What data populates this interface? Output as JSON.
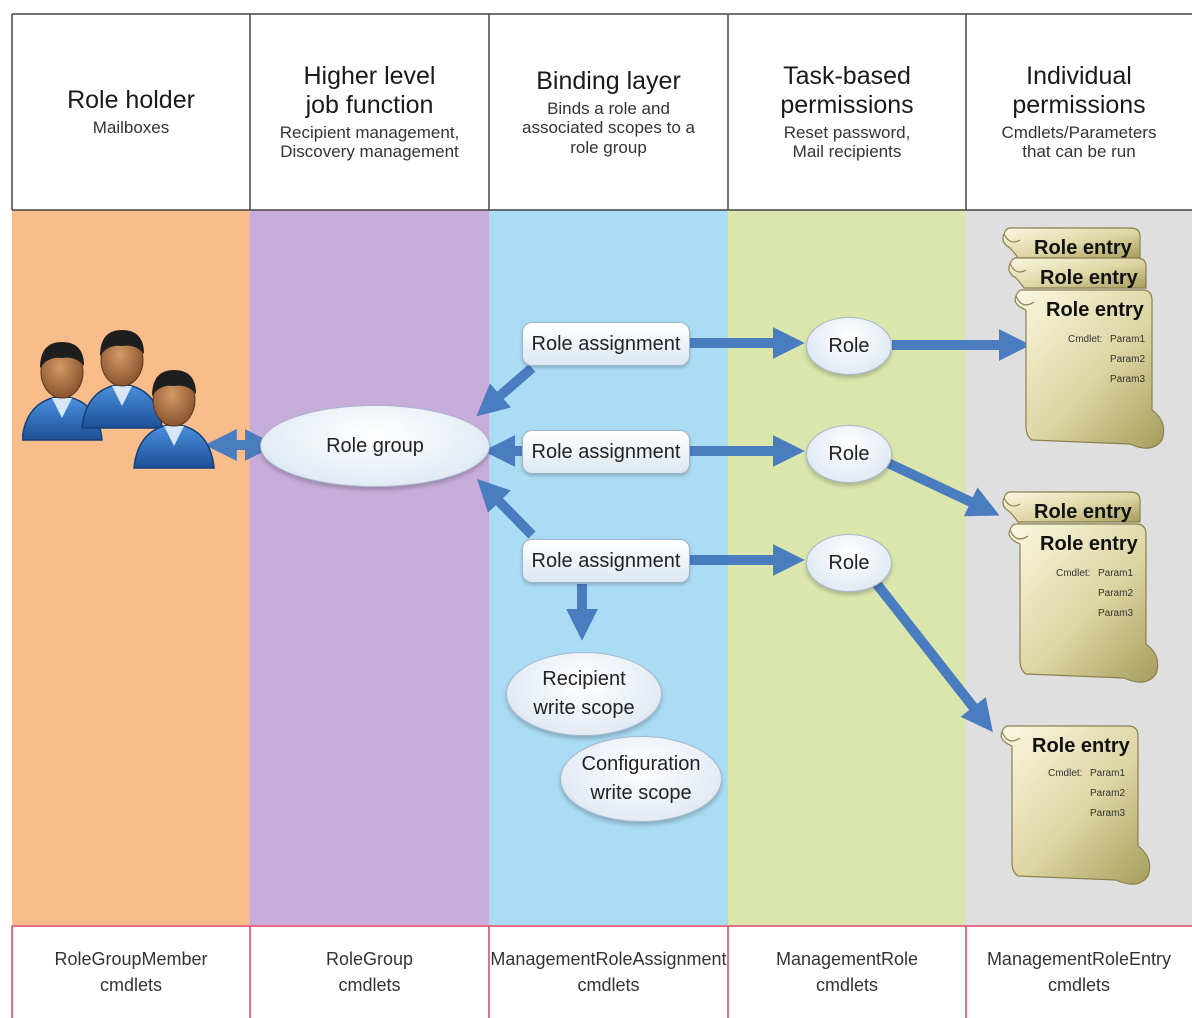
{
  "columns": [
    {
      "title": "Role holder",
      "subtitle": "Mailboxes",
      "footer": [
        "RoleGroupMember",
        "cmdlets"
      ],
      "color": "#f8bd8a"
    },
    {
      "title": "Higher level job function",
      "subtitle": "Recipient management, Discovery management",
      "footer": [
        "RoleGroup",
        "cmdlets"
      ],
      "color": "#c8addb"
    },
    {
      "title": "Binding layer",
      "subtitle": "Binds a role and associated scopes to a role group",
      "footer": [
        "ManagementRoleAssignment",
        "cmdlets"
      ],
      "color": "#aadcf4"
    },
    {
      "title": "Task-based permissions",
      "subtitle": "Reset password, Mail recipients",
      "footer": [
        "ManagementRole",
        "cmdlets"
      ],
      "color": "#dbe6ad"
    },
    {
      "title": "Individual permissions",
      "subtitle": "Cmdlets/Parameters that can be run",
      "footer": [
        "ManagementRoleEntry",
        "cmdlets"
      ],
      "color": "#dfdfdf"
    }
  ],
  "headers": {
    "c1_title": "Role holder",
    "c1_sub": "Mailboxes",
    "c2_title_1": "Higher level",
    "c2_title_2": "job function",
    "c2_sub_1": "Recipient management,",
    "c2_sub_2": "Discovery management",
    "c3_title": "Binding layer",
    "c3_sub_1": "Binds a role and",
    "c3_sub_2": "associated scopes to a",
    "c3_sub_3": "role group",
    "c4_title_1": "Task-based",
    "c4_title_2": "permissions",
    "c4_sub_1": "Reset password,",
    "c4_sub_2": "Mail recipients",
    "c5_title_1": "Individual",
    "c5_title_2": "permissions",
    "c5_sub_1": "Cmdlets/Parameters",
    "c5_sub_2": "that can be run"
  },
  "footers": {
    "c1_1": "RoleGroupMember",
    "c1_2": "cmdlets",
    "c2_1": "RoleGroup",
    "c2_2": "cmdlets",
    "c3_1": "ManagementRoleAssignment",
    "c3_2": "cmdlets",
    "c4_1": "ManagementRole",
    "c4_2": "cmdlets",
    "c5_1": "ManagementRoleEntry",
    "c5_2": "cmdlets"
  },
  "nodes": {
    "role_group": "Role group",
    "role_assignment": "Role assignment",
    "role": "Role",
    "recipient_scope_1": "Recipient",
    "recipient_scope_2": "write scope",
    "config_scope_1": "Configuration",
    "config_scope_2": "write scope",
    "role_entry": "Role entry",
    "cmdlet_label": "Cmdlet:",
    "param1": "Param1",
    "param2": "Param2",
    "param3": "Param3"
  },
  "icons": {
    "users": "users-icon",
    "scroll": "scroll-icon"
  },
  "colors": {
    "arrow": "#4a7cc0",
    "divider_top": "#444444",
    "divider_bottom": "#d9415f",
    "scroll_fill": "#d7d09e",
    "person_shirt": "#2c6fc0",
    "person_skin": "#b07545"
  }
}
